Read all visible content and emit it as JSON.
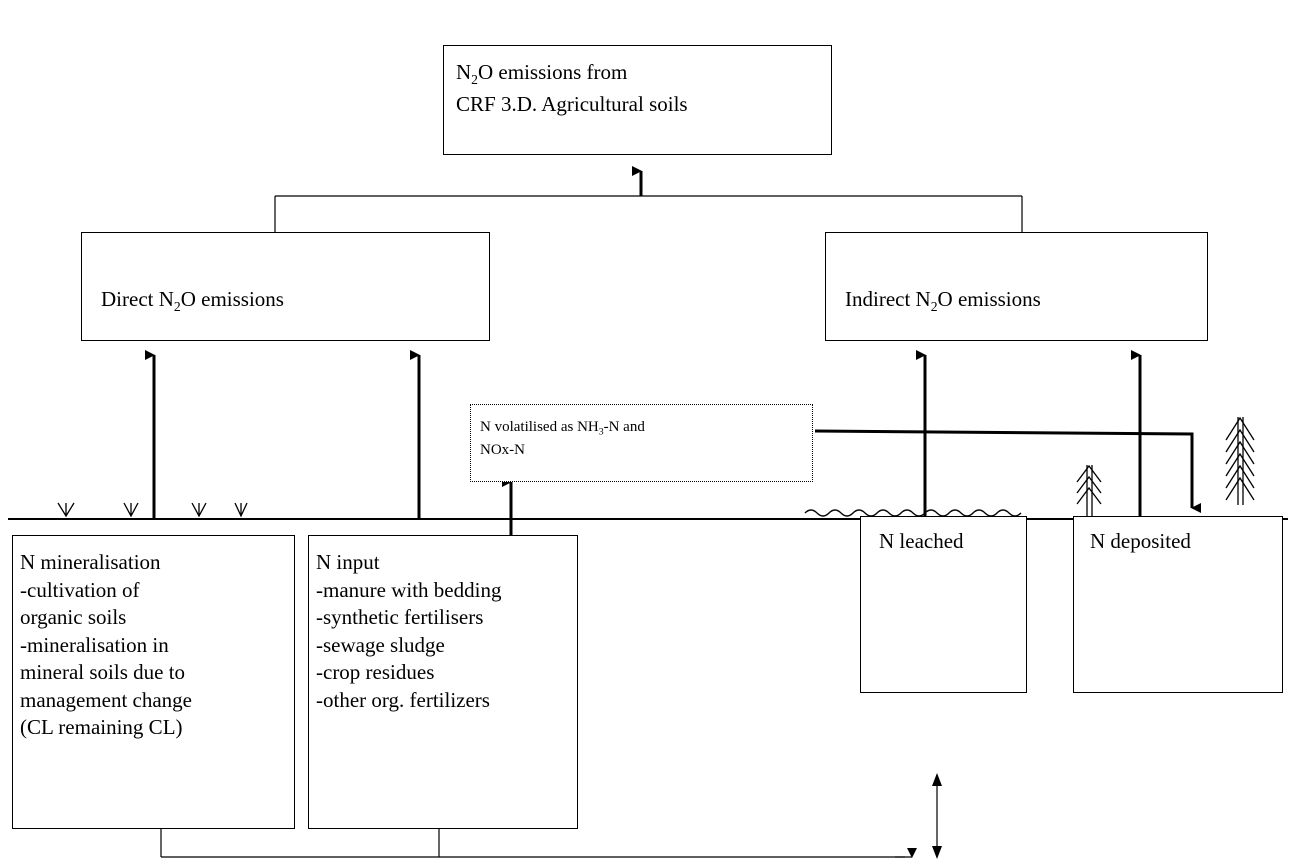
{
  "top_box": {
    "line1_pre": "N",
    "line1_sub": "2",
    "line1_post": "O emissions from",
    "line2": "CRF 3.D. Agricultural soils"
  },
  "direct_box": {
    "pre": "Direct N",
    "sub": "2",
    "post": "O emissions"
  },
  "indirect_box": {
    "pre": "Indirect N",
    "sub": "2",
    "post": "O emissions"
  },
  "volatilised_box": {
    "line1_pre": "N volatilised as NH",
    "line1_sub": "3",
    "line1_post": "-N and",
    "line2": "NOx-N"
  },
  "mineralisation_box": {
    "lines": [
      "N mineralisation",
      "-cultivation of",
      "organic soils",
      "-mineralisation in",
      "mineral soils due to",
      "management change",
      "(CL remaining CL)"
    ]
  },
  "input_box": {
    "lines": [
      "N input",
      "-manure with bedding",
      "-synthetic fertilisers",
      "-sewage sludge",
      "-crop residues",
      "-other org. fertilizers"
    ]
  },
  "leached_box": {
    "label": "N leached"
  },
  "deposited_box": {
    "label": "N deposited"
  }
}
